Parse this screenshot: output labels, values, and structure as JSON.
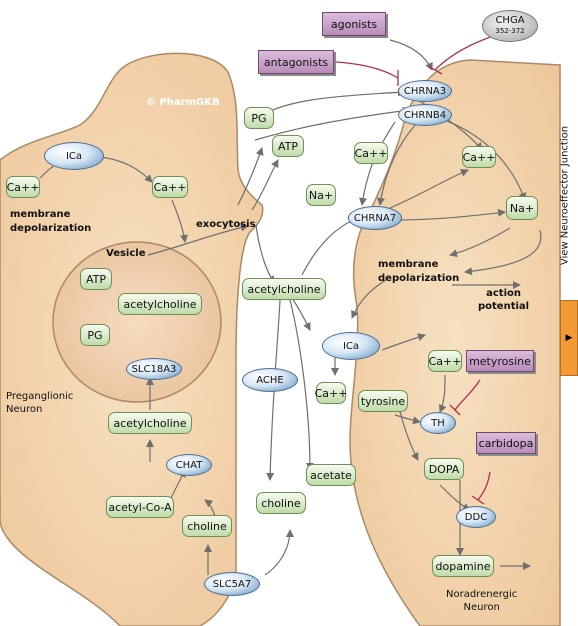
{
  "watermark": "© PharmGKB",
  "neurons": {
    "preganglionic": "Preganglionic\nNeuron",
    "noradrenergic": "Noradrenergic\nNeuron"
  },
  "side_link": "View Neuroeffector Junction",
  "labels": {
    "vesicle": "Vesicle",
    "exocytosis": "exocytosis",
    "membrane_depol_left": "membrane\ndepolarization",
    "membrane_depol_right": "membrane\ndepolarization",
    "action_potential": "action\npotential"
  },
  "molecules": {
    "ca_left": "Ca++",
    "ca_mid_left": "Ca++",
    "atp_vesicle": "ATP",
    "acetylcholine_vesicle": "acetylcholine",
    "pg_vesicle": "PG",
    "acetylcholine_cyto": "acetylcholine",
    "acetyl_coa": "acetyl-Co-A",
    "choline_left": "choline",
    "pg_released": "PG",
    "atp_released": "ATP",
    "acetylcholine_cleft": "acetylcholine",
    "acetate": "acetate",
    "choline_cleft": "choline",
    "ca_right_top": "Ca++",
    "na_left": "Na+",
    "ca_right_mid": "Ca++",
    "na_right": "Na+",
    "ca_right_lower": "Ca++",
    "ca_cleft_lower": "Ca++",
    "tyrosine": "tyrosine",
    "dopa": "DOPA",
    "dopamine": "dopamine"
  },
  "proteins": {
    "ica_left": "ICa",
    "slc18a3": "SLC18A3",
    "chat": "CHAT",
    "slc5a7": "SLC5A7",
    "ache": "ACHE",
    "chrna3": "CHRNA3",
    "chrnb4": "CHRNB4",
    "chrna7": "CHRNA7",
    "ica_right": "ICa",
    "th": "TH",
    "ddc": "DDC",
    "chga": "CHGA",
    "chga_sub": "352-372"
  },
  "drugs": {
    "agonists": "agonists",
    "antagonists": "antagonists",
    "metyrosine": "metyrosine",
    "carbidopa": "carbidopa"
  },
  "colors": {
    "cell_fill": "#f5d9b5",
    "cell_stroke": "#a98a66",
    "arrow": "#6f6f6f",
    "inhibit": "#b0304a",
    "tab": "#f29a36"
  }
}
